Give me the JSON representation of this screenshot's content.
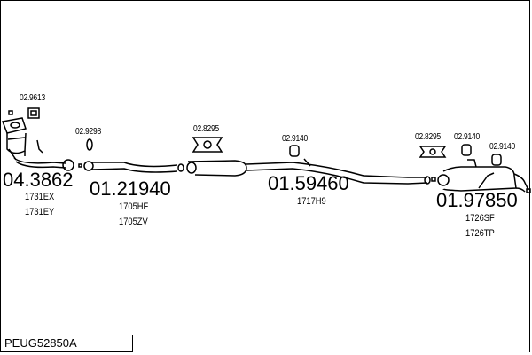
{
  "code": "PEUG52850A",
  "parts": [
    {
      "number": "04.3862",
      "refs": [
        "1731EX",
        "1731EY"
      ]
    },
    {
      "number": "01.21940",
      "refs": [
        "1705HF",
        "1705ZV"
      ]
    },
    {
      "number": "01.59460",
      "refs": [
        "1717H9"
      ]
    },
    {
      "number": "01.97850",
      "refs": [
        "1726SF",
        "1726TP"
      ]
    }
  ],
  "accessories": [
    "02.9613",
    "02.9298",
    "02.8295",
    "02.9140",
    "02.8295",
    "02.9140",
    "02.9140"
  ]
}
